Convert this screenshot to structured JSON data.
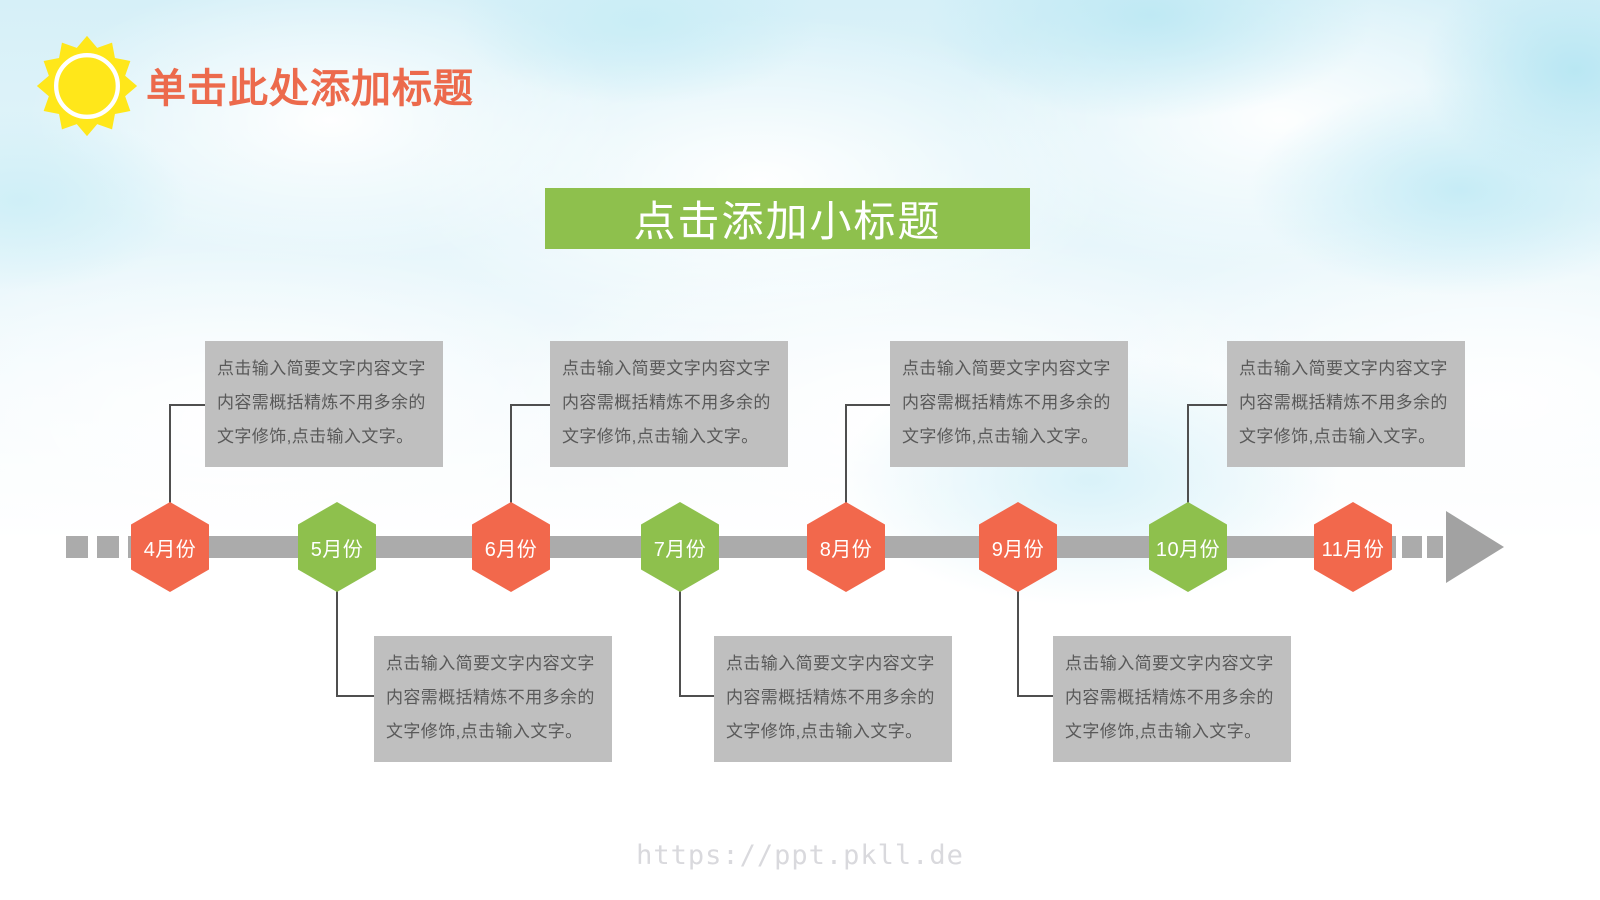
{
  "slide": {
    "header": {
      "title": "单击此处添加标题"
    },
    "subtitle": "点击添加小标题",
    "note_text": "点击输入简要文字内容文字内容需概括精炼不用多余的文字修饰,点击输入文字。",
    "watermark": "https://ppt.pkll.de"
  },
  "colors": {
    "orange": "#f2684c",
    "green": "#8ec04d",
    "title_orange": "#ec6a4c",
    "banner_green": "#8ec04d",
    "bar_gray": "#ababab",
    "box_gray": "#bfbfbf",
    "box_text_gray": "#595959",
    "connector_gray": "#4f4f4f",
    "sun_yellow": "#ffe71a"
  },
  "timeline": {
    "milestones": [
      {
        "label": "4月份",
        "color": "orange",
        "note_position": "top"
      },
      {
        "label": "5月份",
        "color": "green",
        "note_position": "bottom"
      },
      {
        "label": "6月份",
        "color": "orange",
        "note_position": "top"
      },
      {
        "label": "7月份",
        "color": "green",
        "note_position": "bottom"
      },
      {
        "label": "8月份",
        "color": "orange",
        "note_position": "top"
      },
      {
        "label": "9月份",
        "color": "orange",
        "note_position": "bottom"
      },
      {
        "label": "10月份",
        "color": "green",
        "note_position": "top"
      },
      {
        "label": "11月份",
        "color": "orange",
        "note_position": "none"
      }
    ]
  }
}
